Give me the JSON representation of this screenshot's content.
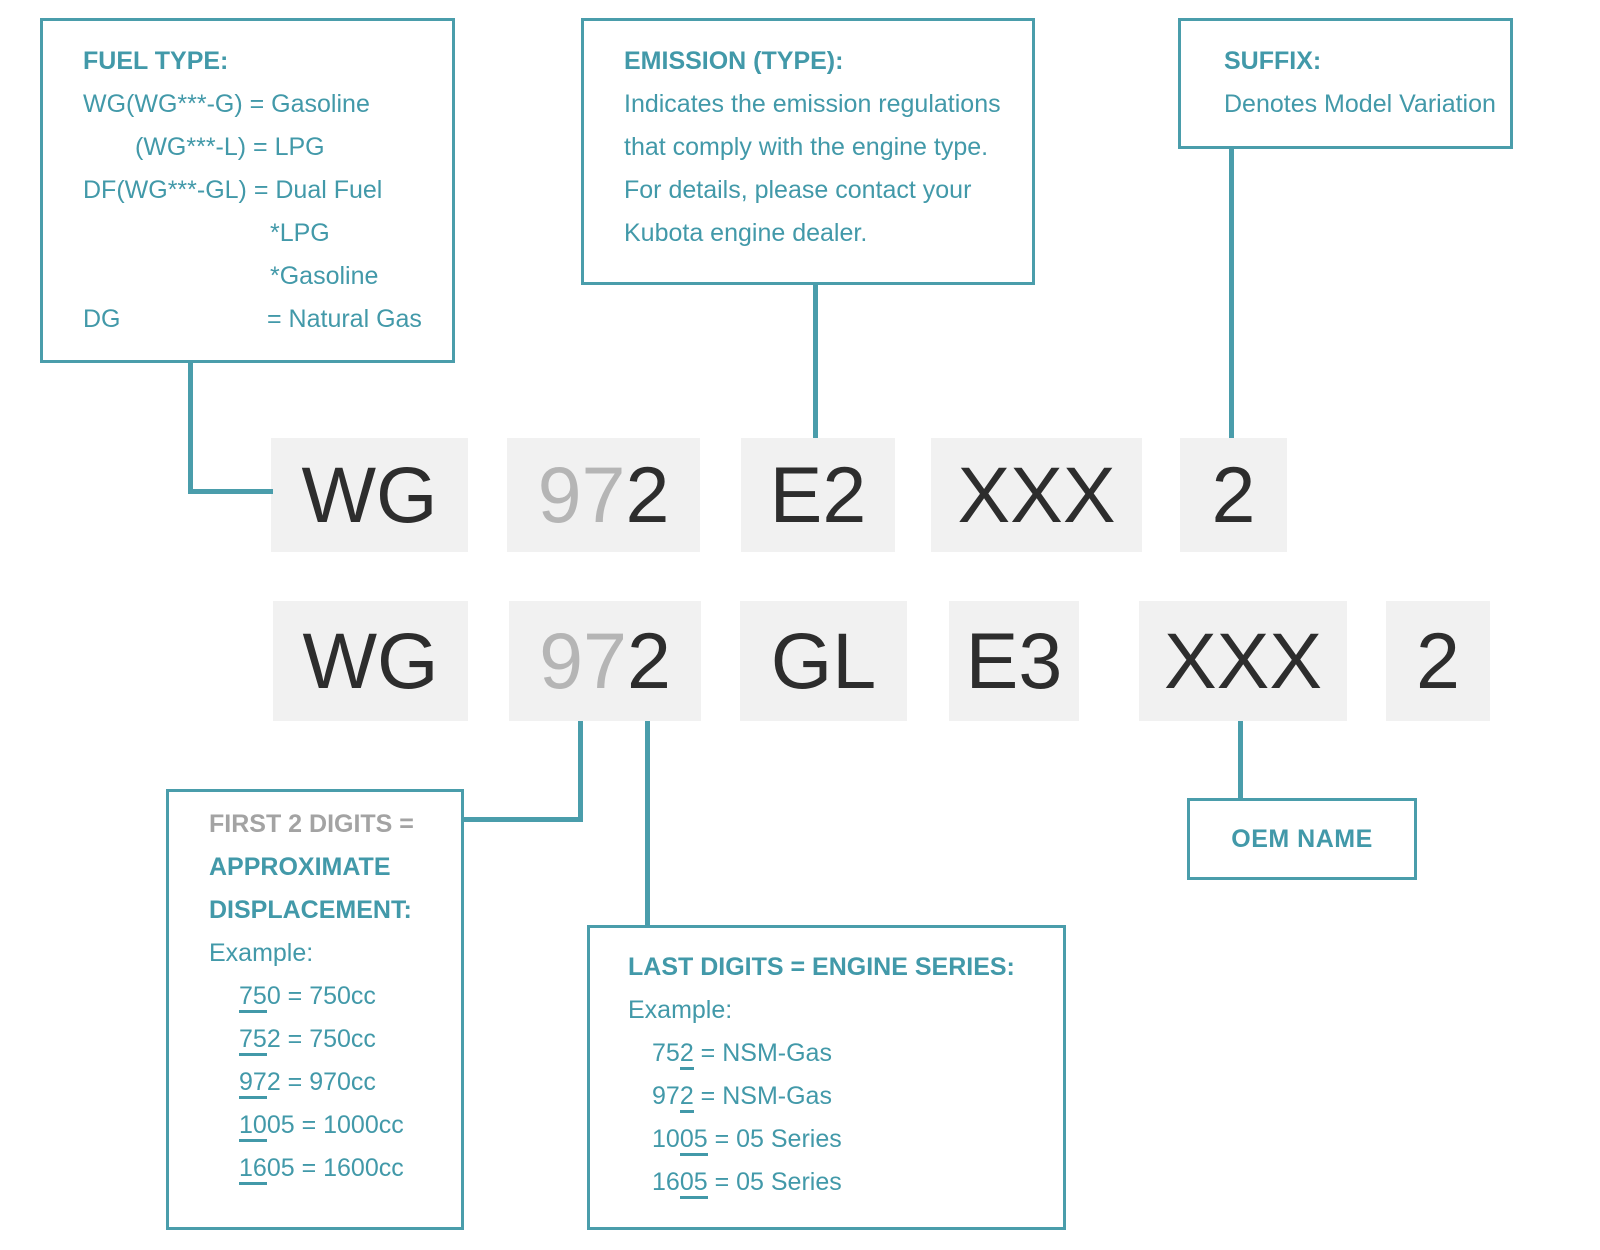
{
  "colors": {
    "teal_text": "#4299a9",
    "teal_border": "#4a9dab",
    "dark_text": "#2d2d2d",
    "muted_digits": "#b5b5b5",
    "gray_heading": "#a3a3a3",
    "segment_background": "#f1f1f1"
  },
  "fuel_type": {
    "title": "FUEL TYPE:",
    "line1": "WG(WG***-G) = Gasoline",
    "line2": "(WG***-L) = LPG",
    "line3": "DF(WG***-GL) = Dual Fuel",
    "line4": "*LPG",
    "line5": "*Gasoline",
    "line6_code": "DG",
    "line6_value": "= Natural Gas"
  },
  "emission": {
    "title": "EMISSION (TYPE):",
    "line1": "Indicates the emission regulations",
    "line2": "that comply with the engine type.",
    "line3": "For details, please contact your",
    "line4": "Kubota engine dealer."
  },
  "suffix": {
    "title": "SUFFIX:",
    "subtitle": "Denotes Model Variation"
  },
  "model_rows": {
    "row1": {
      "seg1": {
        "main": "WG"
      },
      "seg2": {
        "muted": "97",
        "main": "2"
      },
      "seg3": {
        "main": "E2"
      },
      "seg4": {
        "main": "XXX"
      },
      "seg5": {
        "main": "2"
      }
    },
    "row2": {
      "seg1": {
        "main": "WG"
      },
      "seg2": {
        "muted": "97",
        "main": "2"
      },
      "seg3": {
        "main": "GL"
      },
      "seg4": {
        "main": "E3"
      },
      "seg5": {
        "main": "XXX"
      },
      "seg6": {
        "main": "2"
      }
    }
  },
  "displacement": {
    "heading_gray": "FIRST 2 DIGITS =",
    "heading_line1": "APPROXIMATE",
    "heading_line2": "DISPLACEMENT:",
    "example_label": "Example:",
    "examples": [
      {
        "underlined": "75",
        "rest": "0 = 750cc"
      },
      {
        "underlined": "75",
        "rest": "2 = 750cc"
      },
      {
        "underlined": "97",
        "rest": "2 = 970cc"
      },
      {
        "underlined": "10",
        "rest": "05 = 1000cc"
      },
      {
        "underlined": "16",
        "rest": "05 = 1600cc"
      }
    ]
  },
  "engine_series": {
    "heading": "LAST DIGITS = ENGINE SERIES:",
    "example_label": "Example:",
    "examples": [
      {
        "pre": "75",
        "underlined": "2",
        "rest": " = NSM-Gas"
      },
      {
        "pre": "97",
        "underlined": "2",
        "rest": " = NSM-Gas"
      },
      {
        "pre": "10",
        "underlined": "05",
        "rest": " = 05 Series"
      },
      {
        "pre": "16",
        "underlined": "05",
        "rest": " = 05 Series"
      }
    ]
  },
  "oem": {
    "label": "OEM NAME"
  }
}
